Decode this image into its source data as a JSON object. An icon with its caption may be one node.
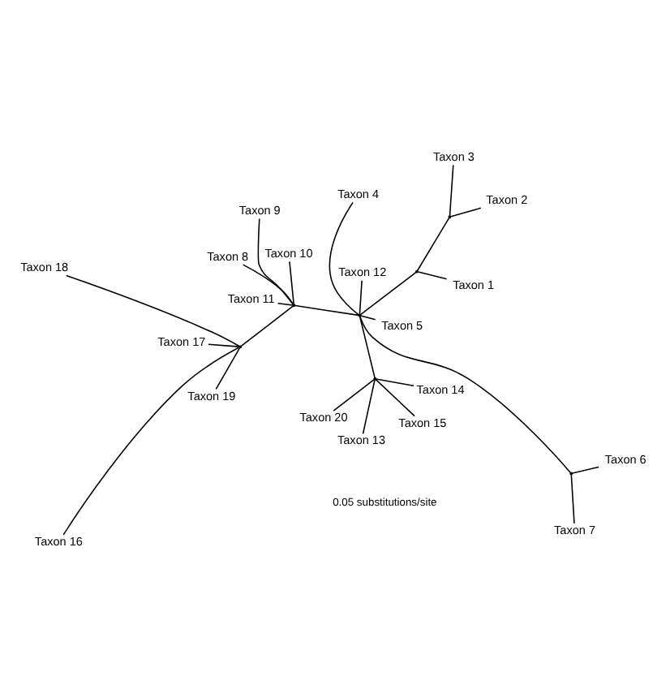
{
  "diagram": {
    "nodes": [
      {
        "text": [
          "Taxon 18"
        ]
      },
      {
        "text": [
          "Taxon 6"
        ]
      },
      {
        "text": [
          "Taxon 14"
        ]
      },
      {
        "text": [
          "Taxon 20"
        ]
      },
      {
        "text": [
          "Taxon 19"
        ]
      },
      {
        "text": [
          "Taxon 13"
        ]
      },
      {
        "text": [
          "Taxon 15"
        ]
      },
      {
        "text": [
          "Taxon 7"
        ]
      },
      {
        "text": [
          "Taxon 17"
        ]
      },
      {
        "text": [
          "Taxon 16"
        ]
      },
      {
        "text": [
          "Taxon 5"
        ]
      },
      {
        "text": [
          "Taxon 8"
        ]
      },
      {
        "text": [
          "Taxon 3"
        ]
      },
      {
        "text": [
          "Taxon 10"
        ]
      },
      {
        "text": [
          "Taxon 12"
        ]
      },
      {
        "text": [
          "Taxon 2"
        ]
      },
      {
        "text": [
          "Taxon 1"
        ]
      },
      {
        "text": [
          "Taxon 11"
        ]
      },
      {
        "text": [
          "Taxon 4"
        ]
      },
      {
        "text": [
          "Taxon 9"
        ]
      },
      {
        "text": [],
        "shape": "point"
      },
      {
        "text": [],
        "shape": "point"
      },
      {
        "text": [],
        "shape": "point"
      },
      {
        "text": [],
        "shape": "point"
      },
      {
        "text": [],
        "shape": "point"
      },
      {
        "text": [],
        "shape": "point"
      },
      {
        "text": [],
        "shape": "point"
      }
    ],
    "edges": [
      {
        "from": 21,
        "to": 1,
        "arrow": "none"
      },
      {
        "from": 21,
        "to": 7,
        "arrow": "none"
      },
      {
        "from": 20,
        "to": 21,
        "arrow": "none"
      },
      {
        "from": 22,
        "to": 12,
        "arrow": "none"
      },
      {
        "from": 22,
        "to": 15,
        "arrow": "none"
      },
      {
        "from": 23,
        "to": 22,
        "arrow": "none"
      },
      {
        "from": 23,
        "to": 16,
        "arrow": "none"
      },
      {
        "from": 20,
        "to": 23,
        "arrow": "none"
      },
      {
        "from": 20,
        "to": 18,
        "arrow": "none"
      },
      {
        "from": 20,
        "to": 10,
        "arrow": "none"
      },
      {
        "from": 20,
        "to": 14,
        "arrow": "none"
      },
      {
        "from": 20,
        "to": 24,
        "arrow": "none"
      },
      {
        "from": 24,
        "to": 11,
        "arrow": "none"
      },
      {
        "from": 24,
        "to": 13,
        "arrow": "none"
      },
      {
        "from": 24,
        "to": 17,
        "arrow": "none"
      },
      {
        "from": 24,
        "to": 19,
        "arrow": "none"
      },
      {
        "from": 24,
        "to": 25,
        "arrow": "none"
      },
      {
        "from": 25,
        "to": 9,
        "arrow": "none"
      },
      {
        "from": 25,
        "to": 8,
        "arrow": "none"
      },
      {
        "from": 25,
        "to": 4,
        "arrow": "none"
      },
      {
        "from": 25,
        "to": 0,
        "arrow": "none"
      },
      {
        "from": 20,
        "to": 26,
        "arrow": "none"
      },
      {
        "from": 26,
        "to": 5,
        "arrow": "none"
      },
      {
        "from": 26,
        "to": 2,
        "arrow": "none"
      },
      {
        "from": 26,
        "to": 3,
        "arrow": "none"
      },
      {
        "from": 26,
        "to": 6,
        "arrow": "none"
      }
    ],
    "labels": [
      "0.05 substitutions/site"
    ]
  }
}
